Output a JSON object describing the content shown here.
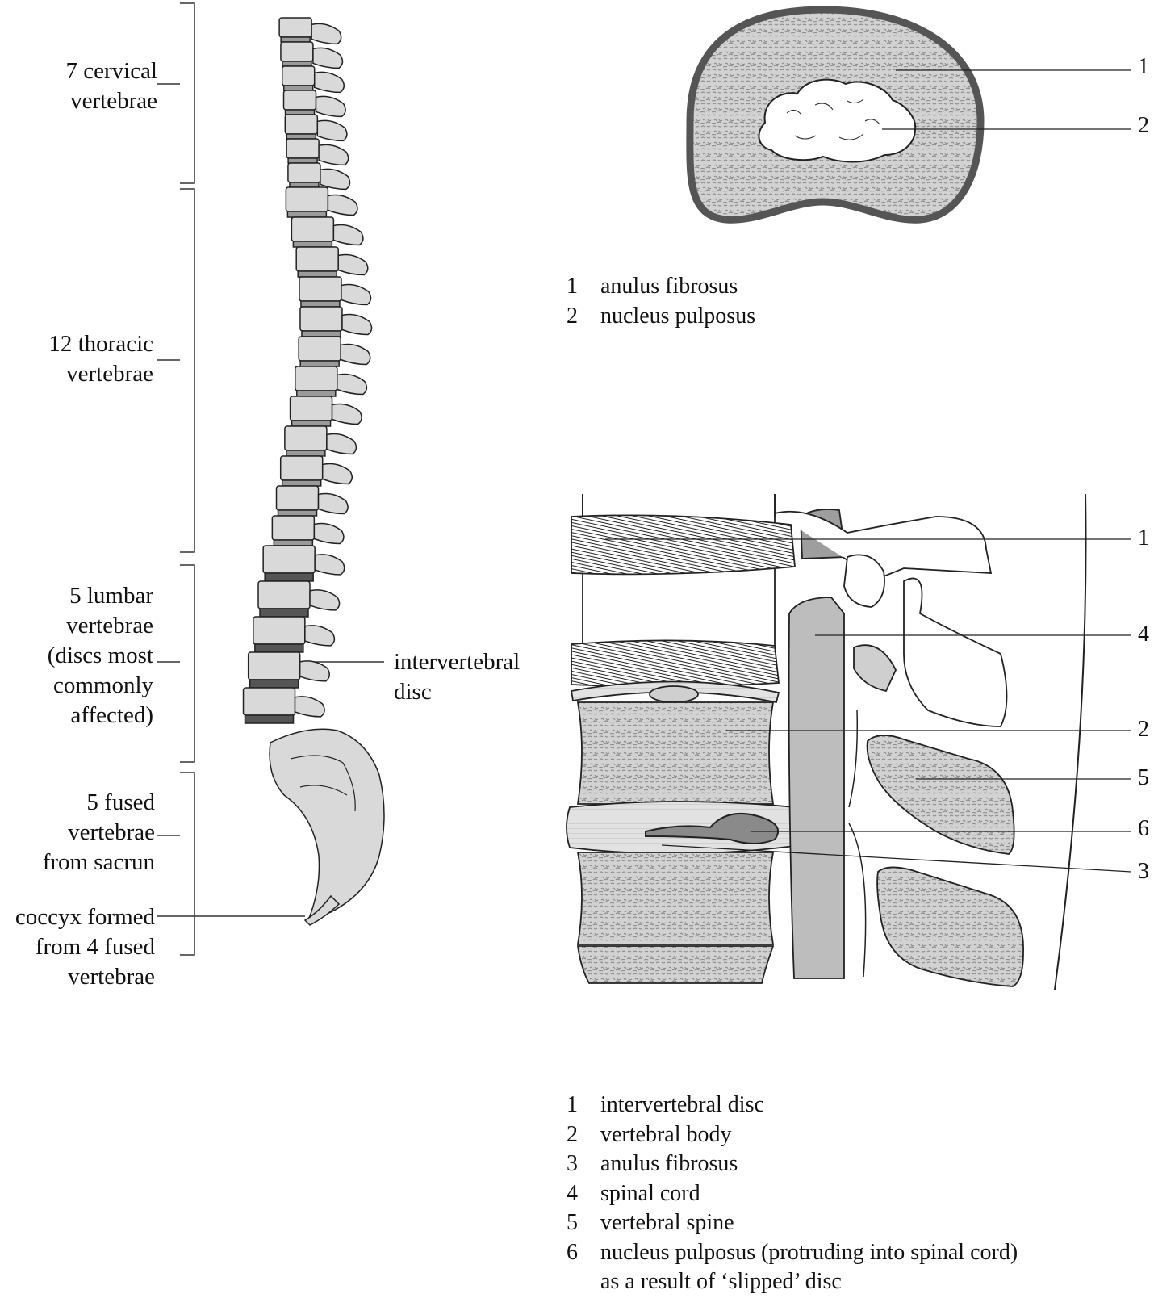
{
  "spine_labels": {
    "cervical": [
      "7 cervical",
      "vertebrae"
    ],
    "thoracic": [
      "12 thoracic",
      "vertebrae"
    ],
    "lumbar": [
      "5 lumbar",
      "vertebrae",
      "(discs most",
      "commonly",
      "affected)"
    ],
    "sacrum": [
      "5 fused",
      "vertebrae",
      "from sacrun"
    ],
    "coccyx": [
      "coccyx formed",
      "from 4 fused",
      "vertebrae"
    ],
    "disc": [
      "intervertebral",
      "disc"
    ]
  },
  "disc_section": {
    "callouts": [
      "1",
      "2"
    ],
    "legend": [
      {
        "num": "1",
        "text": "anulus fibrosus"
      },
      {
        "num": "2",
        "text": "nucleus pulposus"
      }
    ]
  },
  "sagittal_section": {
    "callouts": [
      "1",
      "4",
      "2",
      "5",
      "6",
      "3"
    ],
    "legend": [
      {
        "num": "1",
        "text": "intervertebral disc"
      },
      {
        "num": "2",
        "text": "vertebral body"
      },
      {
        "num": "3",
        "text": "anulus fibrosus"
      },
      {
        "num": "4",
        "text": "spinal cord"
      },
      {
        "num": "5",
        "text": "vertebral spine"
      },
      {
        "num": "6",
        "text": "nucleus pulposus (protruding into spinal cord)"
      },
      {
        "num": "",
        "text": "as a result of ‘slipped’ disc"
      }
    ]
  }
}
